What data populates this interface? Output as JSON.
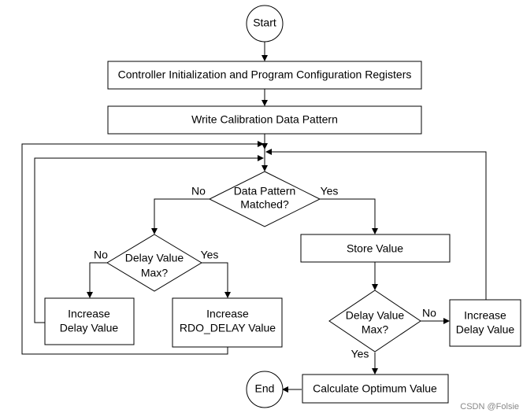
{
  "nodes": {
    "start": "Start",
    "init": "Controller Initialization and Program Configuration Registers",
    "write": "Write Calibration Data Pattern",
    "matched": [
      "Data Pattern",
      "Matched?"
    ],
    "delay_max_left": [
      "Delay Value",
      "Max?"
    ],
    "increase_delay_left": [
      "Increase",
      "Delay Value"
    ],
    "increase_rdo": [
      "Increase",
      "RDO_DELAY Value"
    ],
    "store": "Store Value",
    "delay_max_right": [
      "Delay Value",
      "Max?"
    ],
    "increase_delay_right": [
      "Increase",
      "Delay Value"
    ],
    "calculate": "Calculate Optimum Value",
    "end": "End"
  },
  "edge_labels": {
    "matched_no": "No",
    "matched_yes": "Yes",
    "left_max_no": "No",
    "left_max_yes": "Yes",
    "right_max_no": "No",
    "right_max_yes": "Yes"
  },
  "watermark": "CSDN @Folsie"
}
